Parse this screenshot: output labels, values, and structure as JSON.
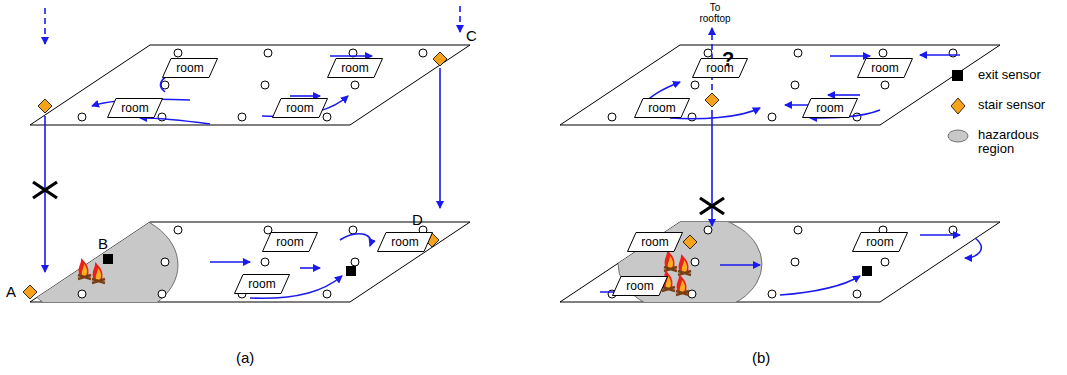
{
  "diagram": {
    "nodes": [
      {
        "text": [
          "room"
        ]
      },
      {
        "text": [
          "room"
        ]
      },
      {
        "text": [
          "room"
        ]
      },
      {
        "text": [
          "room"
        ]
      },
      {
        "text": [
          "room"
        ]
      },
      {
        "text": [
          "room"
        ]
      },
      {
        "text": [
          "room"
        ]
      },
      {
        "text": [
          "room"
        ]
      },
      {
        "text": [
          "room"
        ]
      },
      {
        "text": [
          "room"
        ]
      },
      {
        "text": [
          "room"
        ]
      },
      {
        "text": [
          "room"
        ]
      },
      {
        "text": [
          "room"
        ]
      },
      {
        "text": [
          "room"
        ]
      }
    ],
    "labels": [
      "A",
      "B",
      "C",
      "D",
      "(a)",
      "To rooftop",
      "?",
      "(b)"
    ],
    "legend": [
      {
        "text": "exit sensor",
        "color": "#000000"
      },
      {
        "text": "stair sensor",
        "color": "#f7a21b"
      },
      {
        "text": "hazardous region",
        "color": "#c8c8c8"
      }
    ]
  }
}
